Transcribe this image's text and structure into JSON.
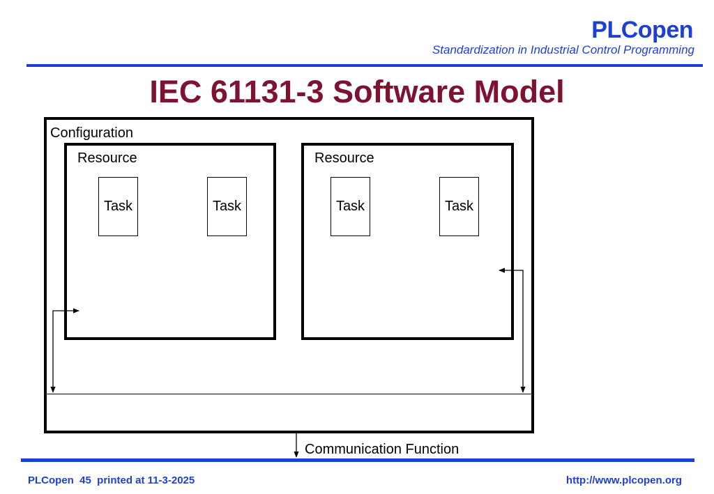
{
  "header": {
    "brand": "PLCopen",
    "tagline": "Standardization in Industrial Control Programming"
  },
  "title": "IEC 61131-3 Software Model",
  "diagram": {
    "configuration_label": "Configuration",
    "resources": [
      {
        "label": "Resource",
        "tasks": [
          "Task",
          "Task"
        ]
      },
      {
        "label": "Resource",
        "tasks": [
          "Task",
          "Task"
        ]
      }
    ],
    "communication_label": "Communication Function"
  },
  "footer": {
    "left": "PLCopen  45  printed at 11-3-2025",
    "right": "http://www.plcopen.org"
  },
  "colors": {
    "brand": "#1d3fd6",
    "title": "#7d1330"
  }
}
